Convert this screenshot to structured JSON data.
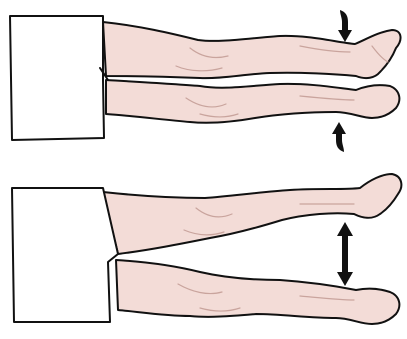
{
  "colors": {
    "skin": "#f3dcd7",
    "skin_shade": "#dcbab4",
    "shorts": "#ffffff",
    "outline": "#111111",
    "arrow": "#111111"
  },
  "panels": [
    {
      "description_hidden": false,
      "shorts": "shorts",
      "legs": [
        "upper-leg",
        "lower-leg"
      ],
      "arrows": [
        "arrow-down-icon",
        "arrow-up-icon"
      ],
      "movement": "legs-together"
    },
    {
      "shorts": "shorts",
      "legs": [
        "upper-leg",
        "lower-leg"
      ],
      "arrows": [
        "double-arrow-icon"
      ],
      "movement": "legs-apart"
    }
  ]
}
